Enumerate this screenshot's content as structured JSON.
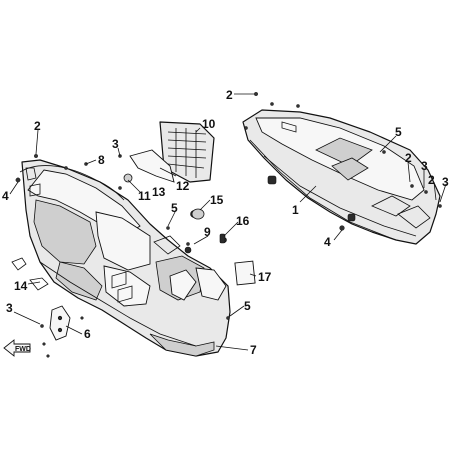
{
  "callouts": {
    "c1": "1",
    "c2a": "2",
    "c2b": "2",
    "c2c": "2",
    "c2d": "2",
    "c3a": "3",
    "c3b": "3",
    "c3c": "3",
    "c3d": "3",
    "c4a": "4",
    "c4b": "4",
    "c5a": "5",
    "c5b": "5",
    "c5c": "5",
    "c6": "6",
    "c7": "7",
    "c8": "8",
    "c9": "9",
    "c10": "10",
    "c11": "11",
    "c12": "12",
    "c13": "13",
    "c14": "14",
    "c15": "15",
    "c16": "16",
    "c17": "17"
  },
  "forward_arrow": {
    "label": "FWD"
  }
}
